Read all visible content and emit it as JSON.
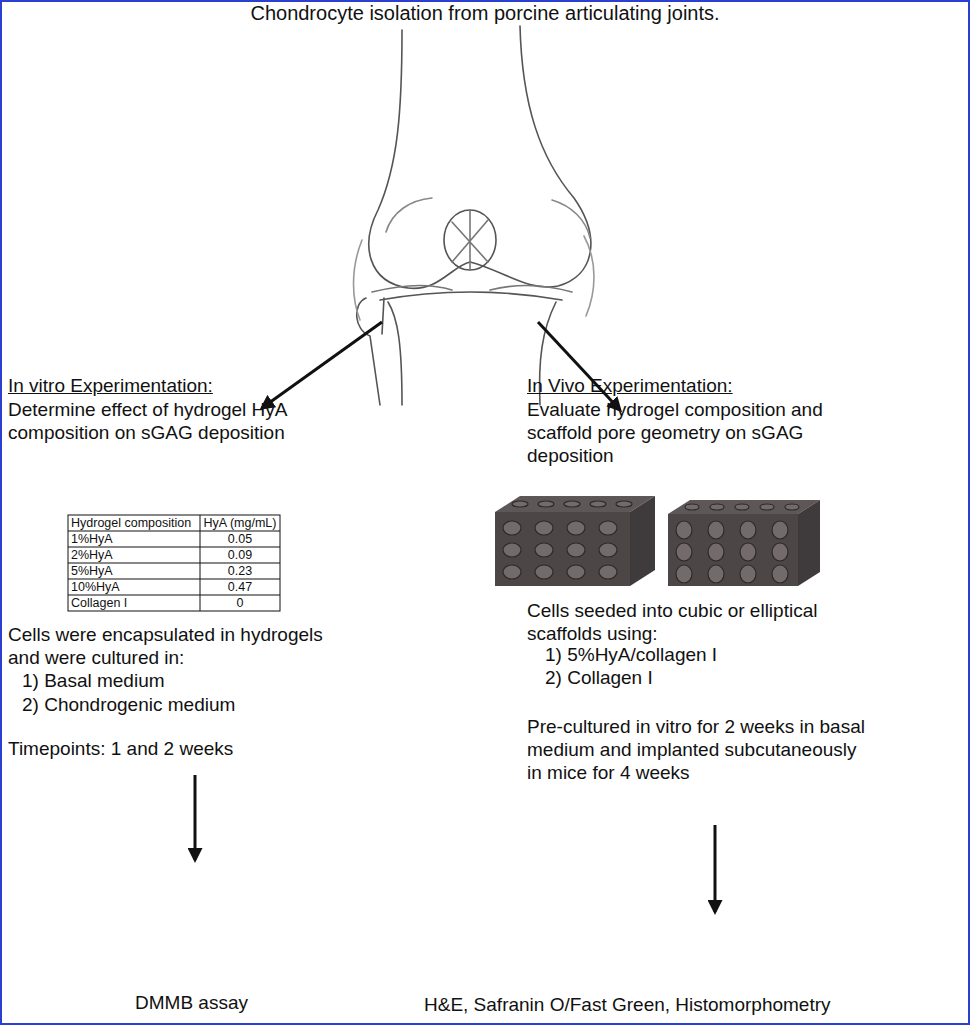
{
  "diagram": {
    "title": "Chondrocyte isolation from porcine articulating joints.",
    "labels": [
      "In vitro Experimentation:",
      "Determine effect of hydrogel HyA composition on sGAG deposition",
      "In Vivo Experimentation:",
      "Evaluate hydrogel composition and scaffold pore geometry on sGAG deposition",
      "Hydrogel composition",
      "HyA (mg/mL)",
      "1%HyA",
      "0.05",
      "2%HyA",
      "0.09",
      "5%HyA",
      "0.23",
      "10%HyA",
      "0.47",
      "Collagen I",
      "0",
      "Cells were encapsulated in hydrogels and were cultured in:",
      "1) Basal medium",
      "2) Chondrogenic medium",
      "Timepoints: 1 and 2 weeks",
      "DMMB assay",
      "Cells seeded into cubic or elliptical scaffolds using:",
      "1) 5%HyA/collagen I",
      "2) Collagen I",
      "Pre-cultured in vitro for 2 weeks in basal medium and implanted subcutaneously in mice for 4 weeks",
      "H&E, Safranin O/Fast Green, Histomorphometry"
    ]
  }
}
